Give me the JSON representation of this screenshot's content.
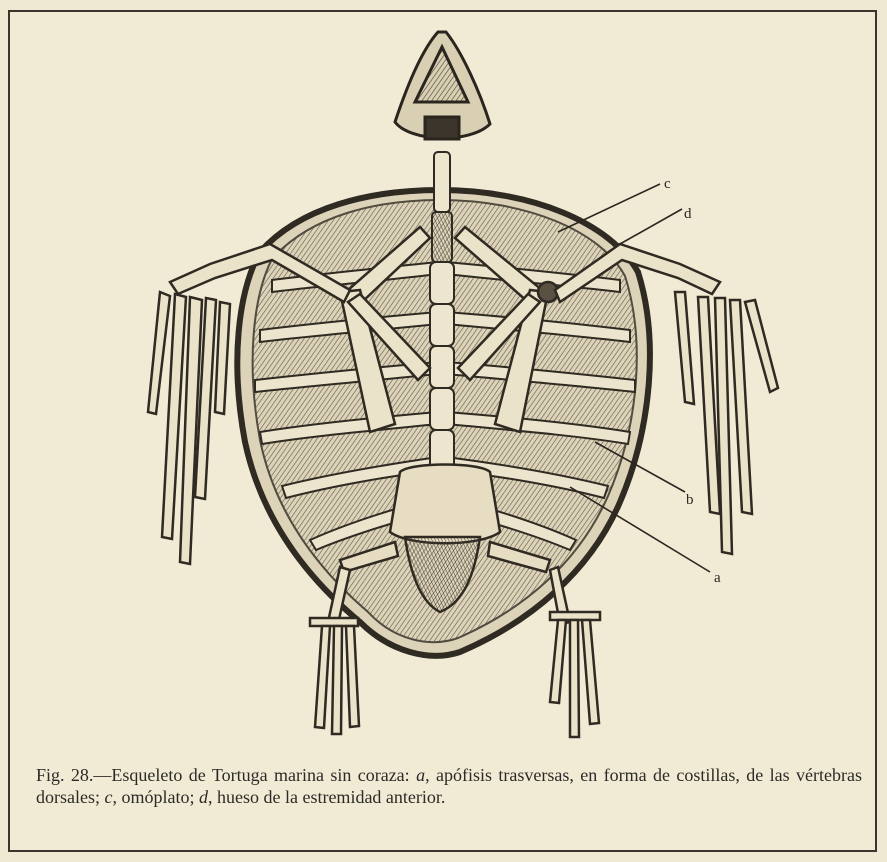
{
  "figure": {
    "labels": {
      "a": "a",
      "b": "b",
      "c": "c",
      "d": "d"
    },
    "caption": {
      "fig_number": "Fig. 28.",
      "dash": "—",
      "part1": "Esqueleto de Tortuga marina sin coraza: ",
      "a_letter": "a",
      "part2": ", apófisis trasversas, en forma de costillas, de las vértebras dorsales; ",
      "c_letter": "c",
      "part3": ", omóplato; ",
      "d_letter": "d",
      "part4": ", hueso de la estremidad anterior."
    }
  },
  "colors": {
    "paper": "#f1ebd6",
    "ink": "#2c2a26",
    "bone": "#e8e0c8"
  }
}
